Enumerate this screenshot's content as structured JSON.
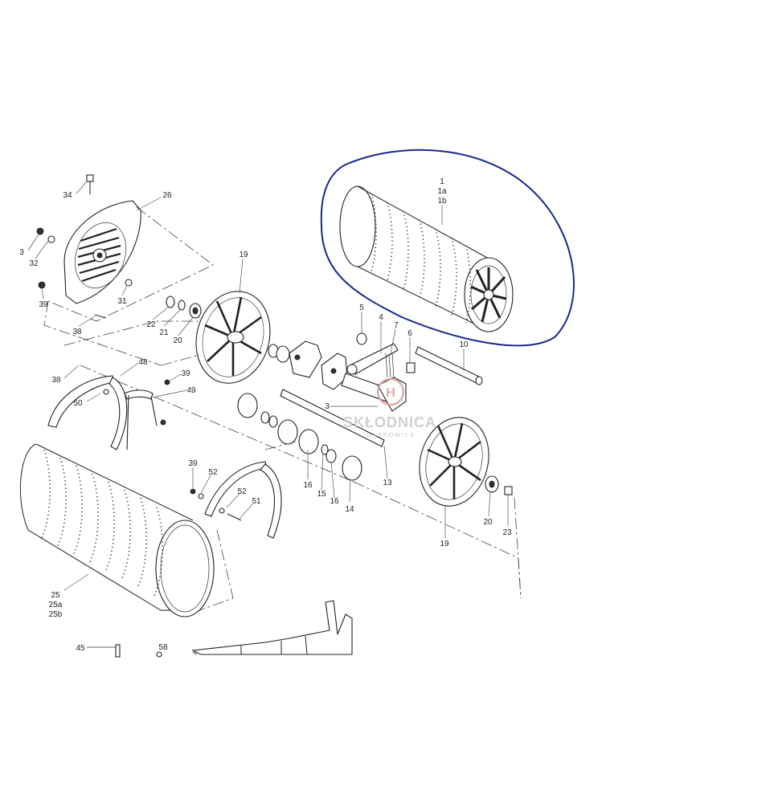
{
  "diagram": {
    "callouts": [
      {
        "id": "c1",
        "text": "1"
      },
      {
        "id": "c1a",
        "text": "1a"
      },
      {
        "id": "c1b",
        "text": "1b"
      },
      {
        "id": "c34",
        "text": "34"
      },
      {
        "id": "c26",
        "text": "26"
      },
      {
        "id": "c3a",
        "text": "3"
      },
      {
        "id": "c32",
        "text": "32"
      },
      {
        "id": "c39a",
        "text": "39"
      },
      {
        "id": "c31",
        "text": "31"
      },
      {
        "id": "c38a",
        "text": "38"
      },
      {
        "id": "c19a",
        "text": "19"
      },
      {
        "id": "c22",
        "text": "22"
      },
      {
        "id": "c21",
        "text": "21"
      },
      {
        "id": "c20a",
        "text": "20"
      },
      {
        "id": "c5",
        "text": "5"
      },
      {
        "id": "c4",
        "text": "4"
      },
      {
        "id": "c7",
        "text": "7"
      },
      {
        "id": "c6",
        "text": "6"
      },
      {
        "id": "c10",
        "text": "10"
      },
      {
        "id": "c48",
        "text": "48"
      },
      {
        "id": "c38b",
        "text": "38"
      },
      {
        "id": "c39b",
        "text": "39"
      },
      {
        "id": "c49",
        "text": "49"
      },
      {
        "id": "c50",
        "text": "50"
      },
      {
        "id": "c3b",
        "text": "3"
      },
      {
        "id": "c39c",
        "text": "39"
      },
      {
        "id": "c52a",
        "text": "52"
      },
      {
        "id": "c52b",
        "text": "52"
      },
      {
        "id": "c51",
        "text": "51"
      },
      {
        "id": "c16a",
        "text": "16"
      },
      {
        "id": "c15",
        "text": "15"
      },
      {
        "id": "c16b",
        "text": "16"
      },
      {
        "id": "c13",
        "text": "13"
      },
      {
        "id": "c14",
        "text": "14"
      },
      {
        "id": "c20b",
        "text": "20"
      },
      {
        "id": "c23",
        "text": "23"
      },
      {
        "id": "c19b",
        "text": "19"
      },
      {
        "id": "c25",
        "text": "25"
      },
      {
        "id": "c25a",
        "text": "25a"
      },
      {
        "id": "c25b",
        "text": "25b"
      },
      {
        "id": "c45",
        "text": "45"
      },
      {
        "id": "c58",
        "text": "58"
      }
    ],
    "watermark": {
      "title": "SKŁODNICA",
      "subtitle": "DĄBROWICE",
      "logo": "H"
    },
    "highlight_color": "#1a2a8c",
    "line_color": "#222222"
  }
}
